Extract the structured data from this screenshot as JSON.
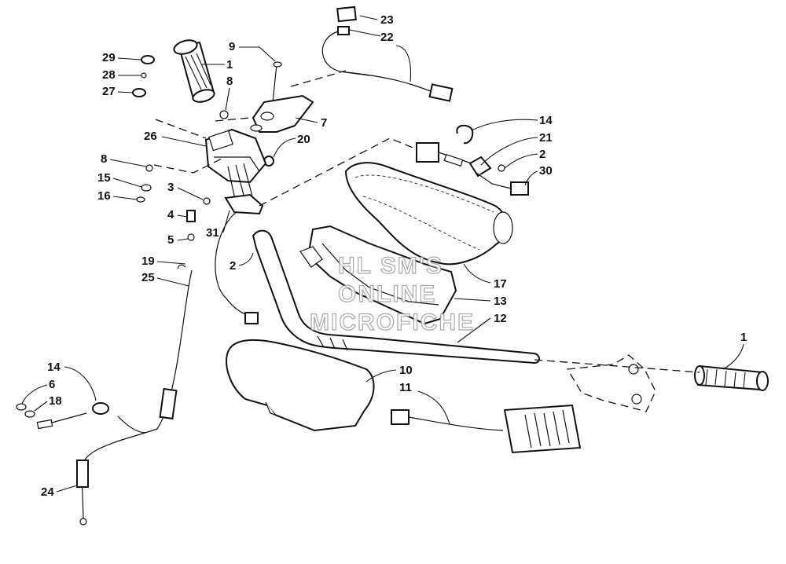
{
  "watermark": {
    "line1": "HL SM'S",
    "line2": "ONLINE",
    "line3": "MICROFICHE"
  },
  "callouts": [
    "1",
    "8",
    "9",
    "23",
    "22",
    "29",
    "28",
    "27",
    "7",
    "26",
    "20",
    "14",
    "21",
    "2",
    "30",
    "8",
    "15",
    "16",
    "3",
    "4",
    "5",
    "31",
    "2",
    "19",
    "25",
    "17",
    "13",
    "12",
    "1",
    "10",
    "11",
    "14",
    "6",
    "18",
    "24"
  ]
}
